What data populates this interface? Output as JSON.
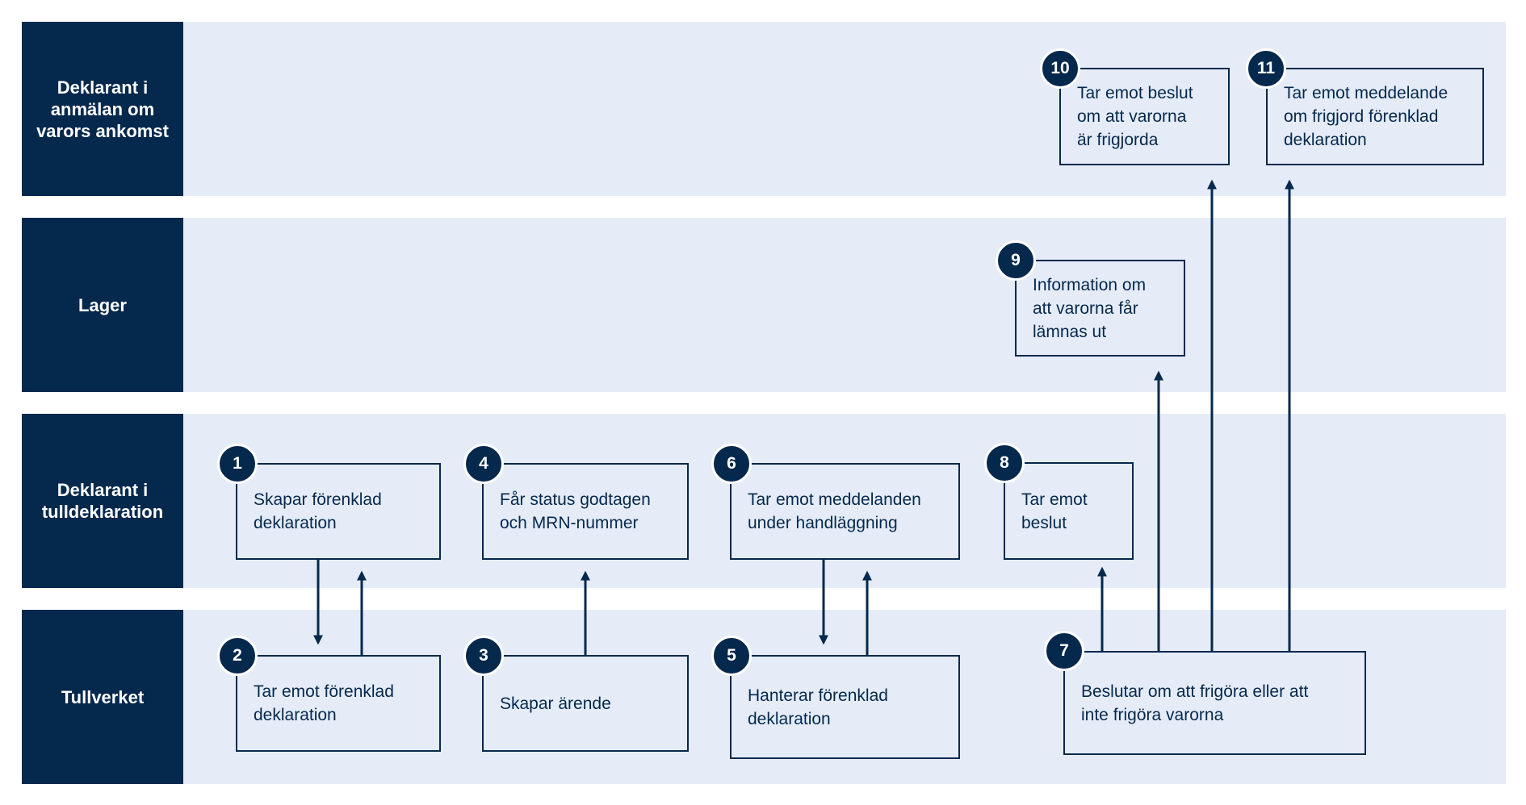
{
  "lanes": [
    {
      "label": "Deklarant i anmälan om varors ankomst"
    },
    {
      "label": "Lager"
    },
    {
      "label": "Deklarant i tulldeklaration"
    },
    {
      "label": "Tullverket"
    }
  ],
  "steps": [
    {
      "num": "1",
      "text": "Skapar förenklad\ndeklaration"
    },
    {
      "num": "2",
      "text": "Tar emot förenklad\ndeklaration"
    },
    {
      "num": "3",
      "text": "Skapar ärende"
    },
    {
      "num": "4",
      "text": "Får status godtagen\noch MRN-nummer"
    },
    {
      "num": "5",
      "text": "Hanterar förenklad\ndeklaration"
    },
    {
      "num": "6",
      "text": "Tar emot meddelanden\nunder handläggning"
    },
    {
      "num": "7",
      "text": "Beslutar om att frigöra eller att\ninte frigöra varorna"
    },
    {
      "num": "8",
      "text": "Tar emot\nbeslut"
    },
    {
      "num": "9",
      "text": "Information om\natt varorna får\nlämnas ut"
    },
    {
      "num": "10",
      "text": "Tar emot beslut\nom att varorna\när frigjorda"
    },
    {
      "num": "11",
      "text": "Tar emot meddelande\nom frigjord förenklad\ndeklaration"
    }
  ],
  "colors": {
    "navy": "#05284d",
    "lane": "#e5ecf7"
  }
}
